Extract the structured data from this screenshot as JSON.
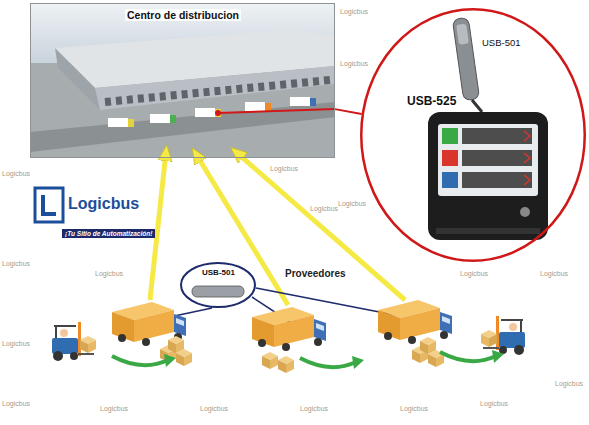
{
  "diagram": {
    "nodes": [
      {
        "text": [
          "Centro de distribucion"
        ]
      },
      {
        "text": [
          "USB-501",
          "USB-525"
        ]
      },
      {
        "text": [
          "USB-501"
        ]
      }
    ],
    "edges": [
      {
        "from": 0,
        "to": 1,
        "arrow": "none"
      }
    ],
    "labels": [
      "Logicbus",
      "¡Tu Sitio de Automatización!",
      "Proveedores",
      "Logicbus",
      "Logicbus",
      "Logicbus",
      "Logicbus",
      "Logicbus",
      "Logicbus",
      "Logicbus",
      "Logicbus",
      "Logicbus",
      "Logicbus",
      "Logicbus",
      "Logicbus",
      "Logicbus",
      "Logicbus",
      "Logicbus",
      "Logicbus",
      "Logicbus",
      "Logicbus"
    ]
  }
}
